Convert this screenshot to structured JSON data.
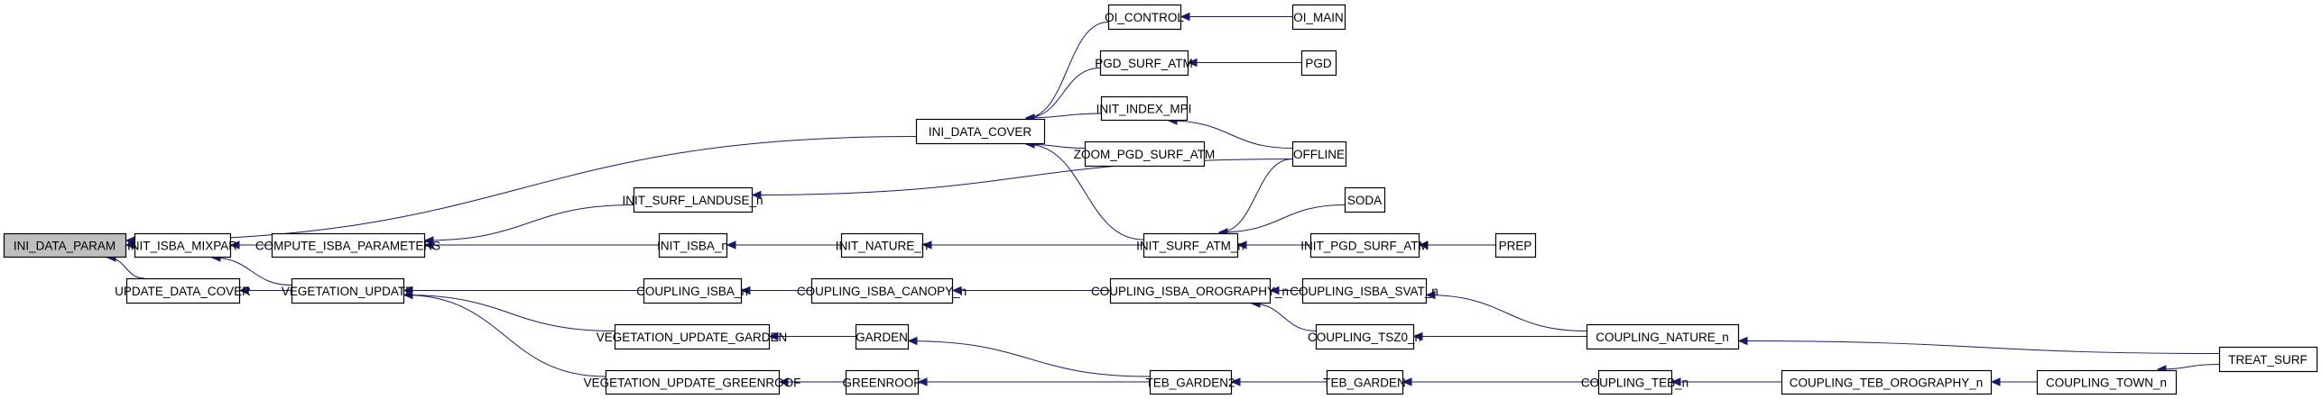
{
  "diagram": {
    "type": "call-graph",
    "root": "INI_DATA_PARAM",
    "colors": {
      "edge": "#191970",
      "root_fill": "#bfbfbf",
      "node_fill": "#ffffff",
      "node_border": "#000000"
    },
    "nodes": [
      {
        "id": "INI_DATA_PARAM",
        "label": "INI_DATA_PARAM",
        "root": true
      },
      {
        "id": "INI_DATA_COVER",
        "label": "INI_DATA_COVER"
      },
      {
        "id": "INIT_ISBA_MIXPAR",
        "label": "INIT_ISBA_MIXPAR"
      },
      {
        "id": "UPDATE_DATA_COVER",
        "label": "UPDATE_DATA_COVER"
      },
      {
        "id": "COMPUTE_ISBA_PARAMETERS",
        "label": "COMPUTE_ISBA_PARAMETERS"
      },
      {
        "id": "VEGETATION_UPDATE",
        "label": "VEGETATION_UPDATE"
      },
      {
        "id": "INIT_SURF_LANDUSE_n",
        "label": "INIT_SURF_LANDUSE_n"
      },
      {
        "id": "INIT_ISBA_n",
        "label": "INIT_ISBA_n"
      },
      {
        "id": "COUPLING_ISBA_n",
        "label": "COUPLING_ISBA_n"
      },
      {
        "id": "VEGETATION_UPDATE_GARDEN",
        "label": "VEGETATION_UPDATE_GARDEN"
      },
      {
        "id": "VEGETATION_UPDATE_GREENROOF",
        "label": "VEGETATION_UPDATE_GREENROOF"
      },
      {
        "id": "INIT_NATURE_n",
        "label": "INIT_NATURE_n"
      },
      {
        "id": "COUPLING_ISBA_CANOPY_n",
        "label": "COUPLING_ISBA_CANOPY_n"
      },
      {
        "id": "GARDEN",
        "label": "GARDEN"
      },
      {
        "id": "GREENROOF",
        "label": "GREENROOF"
      },
      {
        "id": "OI_CONTROL",
        "label": "OI_CONTROL"
      },
      {
        "id": "PGD_SURF_ATM",
        "label": "PGD_SURF_ATM"
      },
      {
        "id": "INIT_INDEX_MPI",
        "label": "INIT_INDEX_MPI"
      },
      {
        "id": "ZOOM_PGD_SURF_ATM",
        "label": "ZOOM_PGD_SURF_ATM"
      },
      {
        "id": "INIT_SURF_ATM_n",
        "label": "INIT_SURF_ATM_n"
      },
      {
        "id": "COUPLING_ISBA_OROGRAPHY_n",
        "label": "COUPLING_ISBA_OROGRAPHY_n"
      },
      {
        "id": "TEB_GARDEN2",
        "label": "TEB_GARDEN2"
      },
      {
        "id": "OI_MAIN",
        "label": "OI_MAIN"
      },
      {
        "id": "PGD",
        "label": "PGD"
      },
      {
        "id": "OFFLINE",
        "label": "OFFLINE"
      },
      {
        "id": "SODA",
        "label": "SODA"
      },
      {
        "id": "INIT_PGD_SURF_ATM",
        "label": "INIT_PGD_SURF_ATM"
      },
      {
        "id": "COUPLING_ISBA_SVAT_n",
        "label": "COUPLING_ISBA_SVAT_n"
      },
      {
        "id": "COUPLING_TSZ0_n",
        "label": "COUPLING_TSZ0_n"
      },
      {
        "id": "TEB_GARDEN",
        "label": "TEB_GARDEN"
      },
      {
        "id": "PREP",
        "label": "PREP"
      },
      {
        "id": "COUPLING_NATURE_n",
        "label": "COUPLING_NATURE_n"
      },
      {
        "id": "COUPLING_TEB_n",
        "label": "COUPLING_TEB_n"
      },
      {
        "id": "COUPLING_TEB_OROGRAPHY_n",
        "label": "COUPLING_TEB_OROGRAPHY_n"
      },
      {
        "id": "COUPLING_TOWN_n",
        "label": "COUPLING_TOWN_n"
      },
      {
        "id": "TREAT_SURF",
        "label": "TREAT_SURF"
      }
    ],
    "edges": [
      {
        "from": "INI_DATA_COVER",
        "to": "INI_DATA_PARAM"
      },
      {
        "from": "INIT_ISBA_MIXPAR",
        "to": "INI_DATA_PARAM"
      },
      {
        "from": "UPDATE_DATA_COVER",
        "to": "INI_DATA_PARAM"
      },
      {
        "from": "COMPUTE_ISBA_PARAMETERS",
        "to": "INIT_ISBA_MIXPAR"
      },
      {
        "from": "VEGETATION_UPDATE",
        "to": "INIT_ISBA_MIXPAR"
      },
      {
        "from": "VEGETATION_UPDATE",
        "to": "UPDATE_DATA_COVER"
      },
      {
        "from": "INIT_SURF_LANDUSE_n",
        "to": "COMPUTE_ISBA_PARAMETERS"
      },
      {
        "from": "INIT_ISBA_n",
        "to": "COMPUTE_ISBA_PARAMETERS"
      },
      {
        "from": "COUPLING_ISBA_n",
        "to": "VEGETATION_UPDATE"
      },
      {
        "from": "VEGETATION_UPDATE_GARDEN",
        "to": "VEGETATION_UPDATE"
      },
      {
        "from": "VEGETATION_UPDATE_GREENROOF",
        "to": "VEGETATION_UPDATE"
      },
      {
        "from": "INIT_NATURE_n",
        "to": "INIT_ISBA_n"
      },
      {
        "from": "COUPLING_ISBA_CANOPY_n",
        "to": "COUPLING_ISBA_n"
      },
      {
        "from": "GARDEN",
        "to": "VEGETATION_UPDATE_GARDEN"
      },
      {
        "from": "GREENROOF",
        "to": "VEGETATION_UPDATE_GREENROOF"
      },
      {
        "from": "OI_CONTROL",
        "to": "INI_DATA_COVER"
      },
      {
        "from": "PGD_SURF_ATM",
        "to": "INI_DATA_COVER"
      },
      {
        "from": "INIT_INDEX_MPI",
        "to": "INI_DATA_COVER"
      },
      {
        "from": "ZOOM_PGD_SURF_ATM",
        "to": "INI_DATA_COVER"
      },
      {
        "from": "INIT_SURF_ATM_n",
        "to": "INI_DATA_COVER"
      },
      {
        "from": "OFFLINE",
        "to": "INIT_SURF_LANDUSE_n"
      },
      {
        "from": "INIT_SURF_ATM_n",
        "to": "INIT_NATURE_n"
      },
      {
        "from": "COUPLING_ISBA_OROGRAPHY_n",
        "to": "COUPLING_ISBA_CANOPY_n"
      },
      {
        "from": "TEB_GARDEN2",
        "to": "GARDEN"
      },
      {
        "from": "TEB_GARDEN2",
        "to": "GREENROOF"
      },
      {
        "from": "OI_MAIN",
        "to": "OI_CONTROL"
      },
      {
        "from": "PGD",
        "to": "PGD_SURF_ATM"
      },
      {
        "from": "OFFLINE",
        "to": "INIT_INDEX_MPI"
      },
      {
        "from": "OFFLINE",
        "to": "INIT_SURF_ATM_n"
      },
      {
        "from": "SODA",
        "to": "INIT_SURF_ATM_n"
      },
      {
        "from": "INIT_PGD_SURF_ATM",
        "to": "INIT_SURF_ATM_n"
      },
      {
        "from": "COUPLING_ISBA_SVAT_n",
        "to": "COUPLING_ISBA_OROGRAPHY_n"
      },
      {
        "from": "COUPLING_TSZ0_n",
        "to": "COUPLING_ISBA_OROGRAPHY_n"
      },
      {
        "from": "TEB_GARDEN",
        "to": "TEB_GARDEN2"
      },
      {
        "from": "PREP",
        "to": "INIT_PGD_SURF_ATM"
      },
      {
        "from": "COUPLING_NATURE_n",
        "to": "COUPLING_ISBA_SVAT_n"
      },
      {
        "from": "COUPLING_NATURE_n",
        "to": "COUPLING_TSZ0_n"
      },
      {
        "from": "COUPLING_TEB_n",
        "to": "TEB_GARDEN"
      },
      {
        "from": "TREAT_SURF",
        "to": "COUPLING_NATURE_n"
      },
      {
        "from": "COUPLING_TEB_OROGRAPHY_n",
        "to": "COUPLING_TEB_n"
      },
      {
        "from": "COUPLING_TOWN_n",
        "to": "COUPLING_TEB_OROGRAPHY_n"
      },
      {
        "from": "TREAT_SURF",
        "to": "COUPLING_TOWN_n"
      }
    ]
  }
}
